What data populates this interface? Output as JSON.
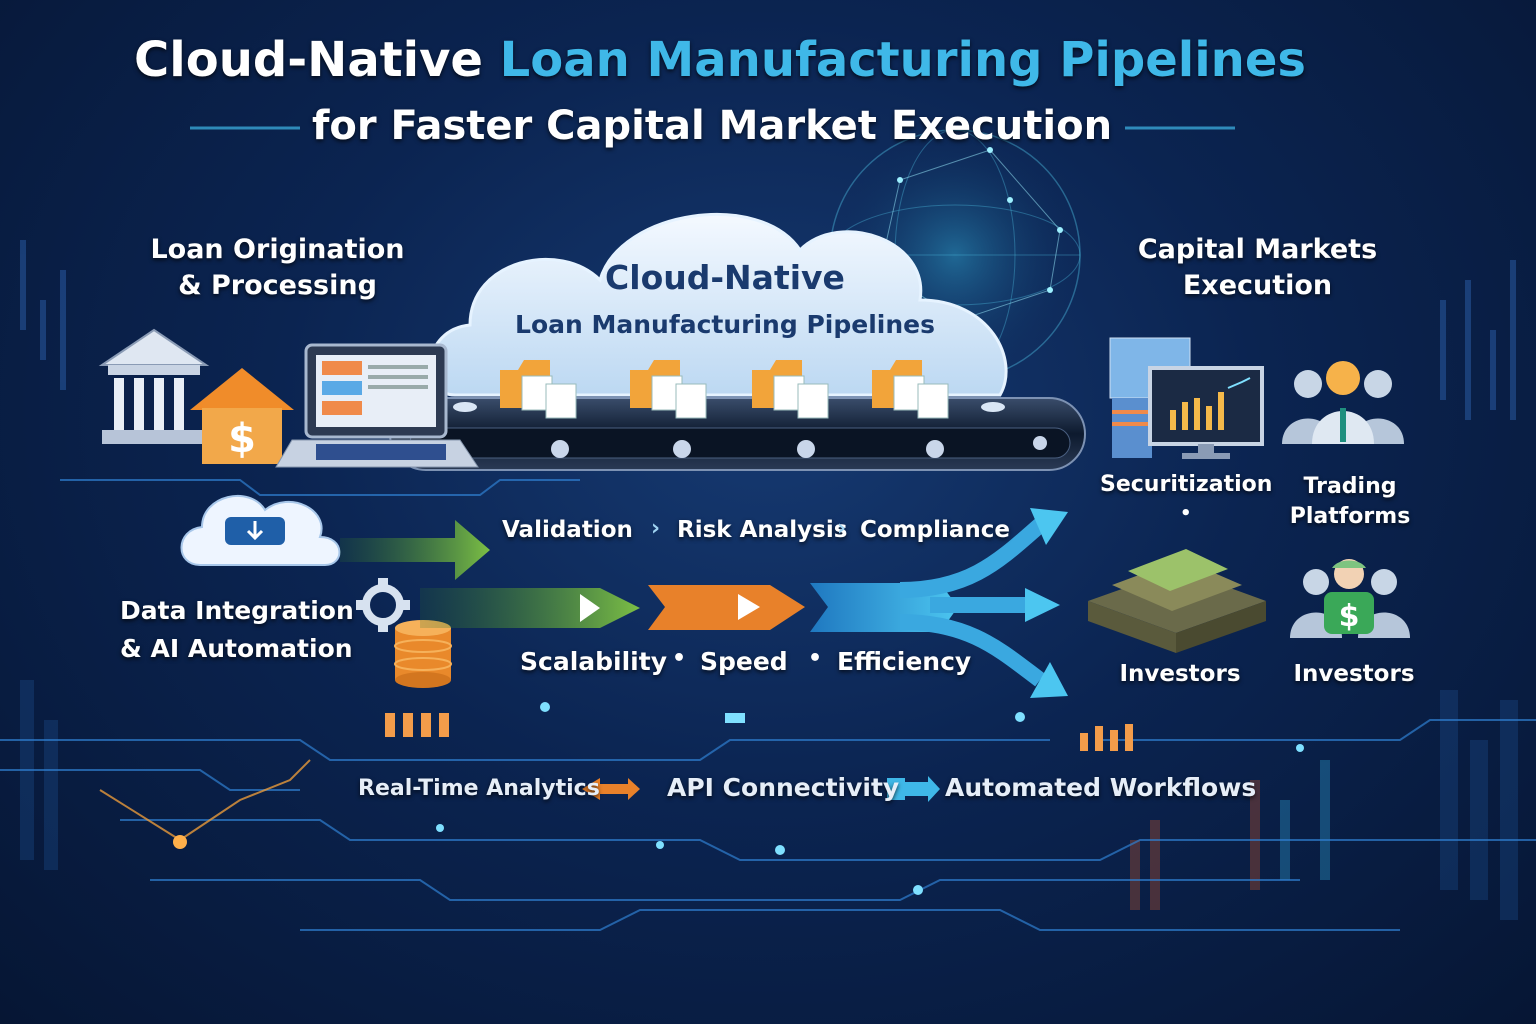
{
  "title": {
    "part1": "Cloud-Native",
    "part2": "Loan Manufacturing Pipelines",
    "line2": "for Faster Capital Market Execution"
  },
  "left": {
    "origination": [
      "Loan Origination",
      "& Processing"
    ],
    "data_integration": [
      "Data Integration",
      "& AI Automation"
    ]
  },
  "cloud": {
    "line1": "Cloud-Native",
    "line2": "Loan Manufacturing Pipelines"
  },
  "flow_steps": [
    "Validation",
    "Risk Analysis",
    "Compliance"
  ],
  "benefits": [
    "Scalability",
    "Speed",
    "Efficiency"
  ],
  "right": {
    "capital_markets": [
      "Capital Markets",
      "Execution"
    ],
    "securitization": "Securitization",
    "trading": [
      "Trading",
      "Platforms"
    ],
    "investors_1": "Investors",
    "investors_2": "Investors"
  },
  "bottom": {
    "realtime": "Real-Time Analytics",
    "api": "API Connectivity",
    "workflows": "Automated Workflows"
  },
  "colors": {
    "accent_cyan": "#3fb8e8",
    "green": "#6aa63c",
    "orange": "#e8812a",
    "blue_arrow": "#2b9fd8",
    "background": "#0b2451"
  },
  "icons": [
    "bank-icon",
    "house-dollar-icon",
    "laptop-icon",
    "cloud-download-icon",
    "gear-icon",
    "database-icon",
    "folder-icon",
    "monitor-chart-icon",
    "business-people-icon",
    "building-icon",
    "investors-dollar-icon",
    "globe-network-icon"
  ]
}
